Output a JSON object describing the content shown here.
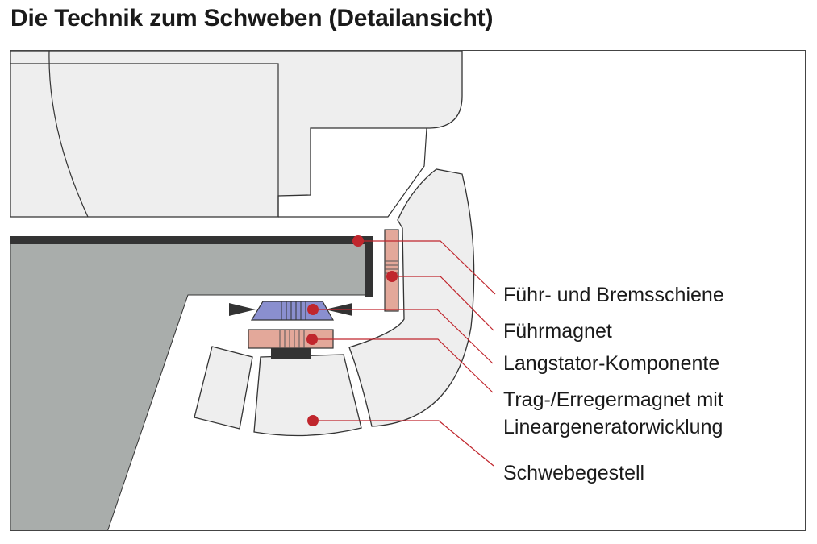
{
  "title": "Die Technik zum Schweben (Detailansicht)",
  "colors": {
    "vehicle_fill": "#eeeeee",
    "guideway_fill": "#a9adab",
    "rail_dark": "#333333",
    "long_stator": "#8a8fcf",
    "magnet_pink": "#e3a89a",
    "leader_red": "#c0262d",
    "outline": "#333333"
  },
  "labels": {
    "rail": "Führ- und Bremsschiene",
    "guidance_magnet": "Führmagnet",
    "long_stator": "Langstator-Komponente",
    "support_magnet_line1": "Trag-/Erregermagnet mit",
    "support_magnet_line2": "Lineargeneratorwicklung",
    "bogie": "Schwebegestell"
  }
}
